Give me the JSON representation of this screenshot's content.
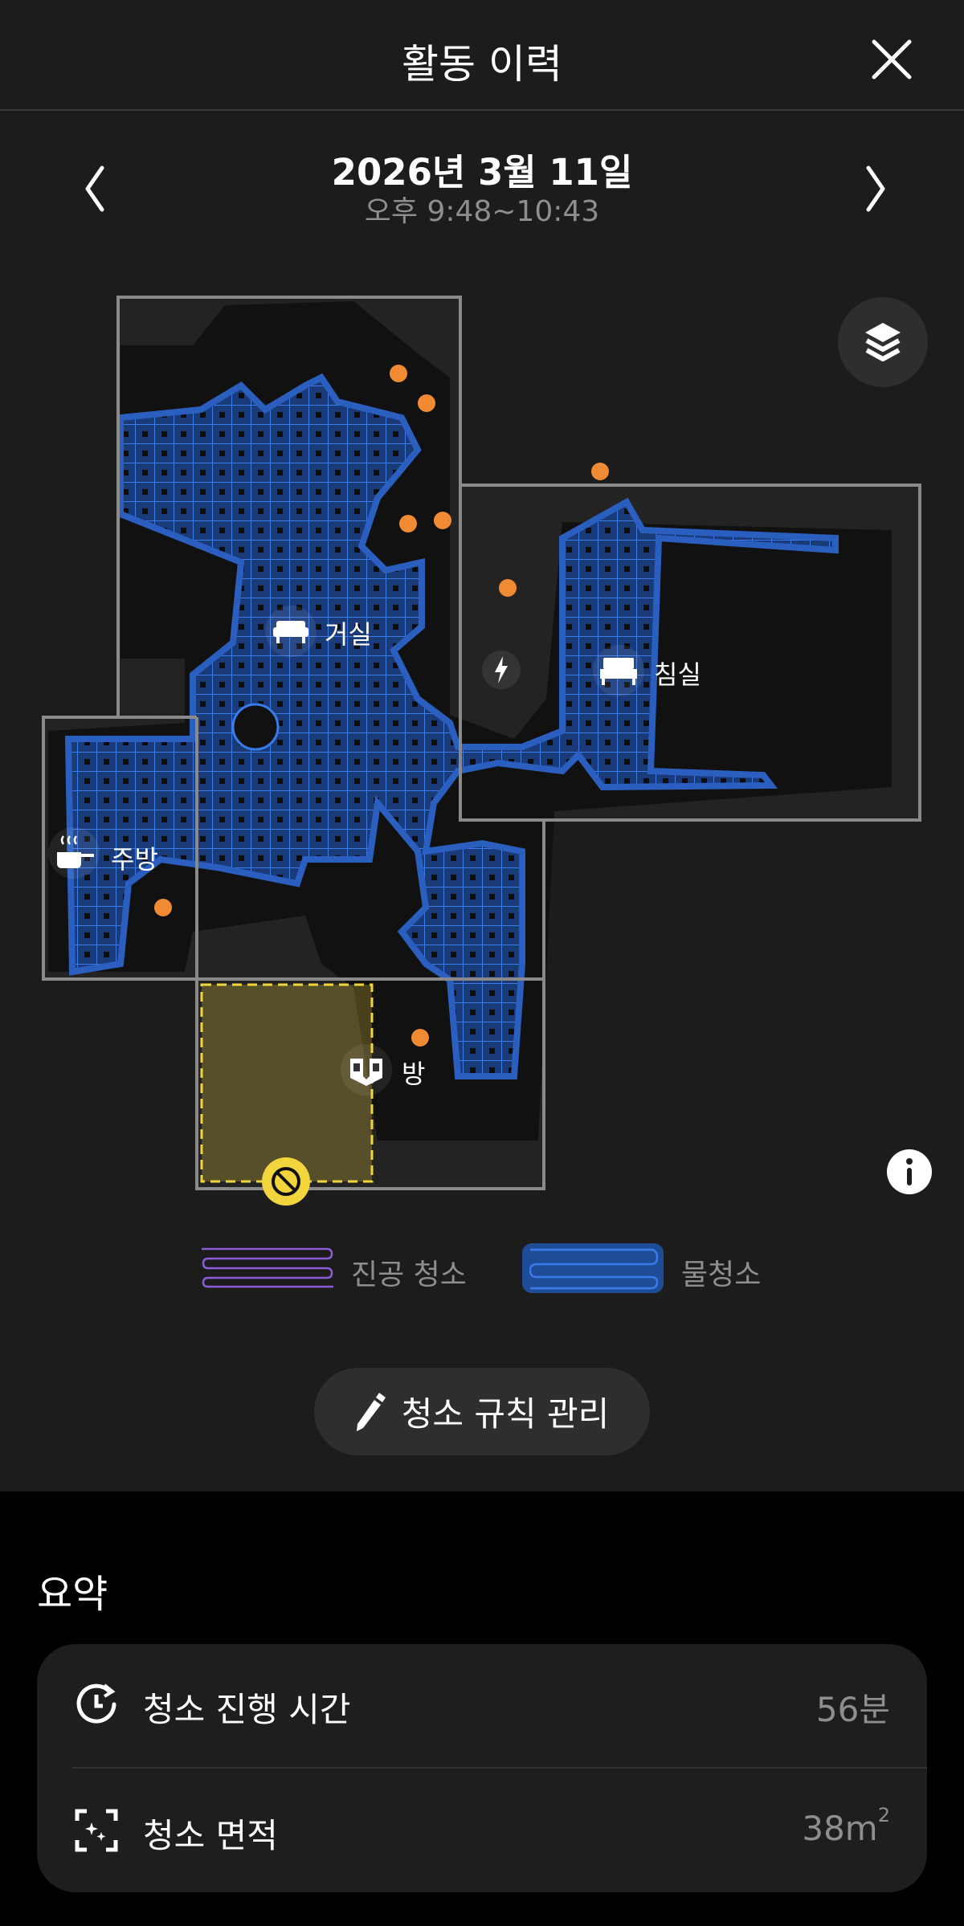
{
  "header": {
    "title": "활동 이력",
    "close_icon": "close-icon"
  },
  "date_nav": {
    "date": "2026년 3월 11일",
    "time_range": "오후 9:48~10:43",
    "prev_icon": "chevron-left-icon",
    "next_icon": "chevron-right-icon"
  },
  "map": {
    "layers_icon": "layers-icon",
    "info_icon": "info-icon",
    "rooms": [
      {
        "name": "거실",
        "icon": "sofa-icon"
      },
      {
        "name": "침실",
        "icon": "bed-icon"
      },
      {
        "name": "주방",
        "icon": "cooking-pot-icon"
      },
      {
        "name": "방",
        "icon": "room-icon"
      }
    ],
    "charger_icon": "lightning-icon",
    "no_go_zone_icon": "prohibited-icon",
    "colors": {
      "mop_path": "#3a7bea",
      "mop_fill": "#1a3a78",
      "vacuum_path": "#8a5cd6",
      "obstacle": "#f08a33",
      "no_go": "#f2d43c",
      "wall": "#8a8a8a"
    }
  },
  "legend": {
    "vacuum_label": "진공 청소",
    "mop_label": "물청소"
  },
  "actions": {
    "rules_button_label": "청소 규칙 관리",
    "rules_button_icon": "pencil-icon"
  },
  "summary": {
    "title": "요약",
    "rows": [
      {
        "label": "청소 진행 시간",
        "value": "56분",
        "icon": "clock-refresh-icon"
      },
      {
        "label": "청소 면적",
        "value": "38m",
        "value_sup": "2",
        "icon": "area-scan-icon"
      }
    ]
  }
}
